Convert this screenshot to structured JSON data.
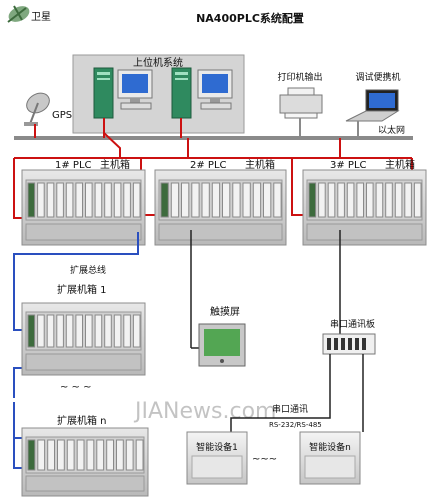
{
  "title": "NA400PLC系统配置",
  "logo": {
    "text": "卫星"
  },
  "gps_label": "GPS",
  "upper_system": {
    "label": "上位机系统"
  },
  "printer_label": "打印机输出",
  "laptop_label": "调试便携机",
  "ethernet_label": "以太网",
  "plc_nodes": [
    {
      "plc_label": "1# PLC",
      "chassis_label": "主机箱"
    },
    {
      "plc_label": "2# PLC",
      "chassis_label": "主机箱"
    },
    {
      "plc_label": "3# PLC",
      "chassis_label": "主机箱"
    }
  ],
  "bus_label": "扩展总线",
  "ext_chassis": [
    {
      "label": "扩展机箱 1"
    },
    {
      "label": "扩展机箱 n"
    }
  ],
  "touchscreen_label": "触摸屏",
  "serial_board_label": "串口通讯板",
  "serial_comm": {
    "line1": "串口通讯",
    "line2": "RS-232/RS-485"
  },
  "devices": [
    {
      "label": "智能设备1"
    },
    {
      "label": "智能设备n"
    }
  ],
  "watermark": "JIANews.com",
  "colors": {
    "link_red": "#cc1111",
    "link_blue": "#2a4fbf",
    "frame_gray": "#b8b8b8"
  },
  "icons": [
    "satellite-logo-icon",
    "dish-antenna-icon",
    "server-tower-icon",
    "monitor-icon",
    "printer-icon",
    "laptop-icon",
    "plc-rack-icon",
    "touch-panel-icon",
    "serial-board-icon",
    "device-box-icon"
  ]
}
